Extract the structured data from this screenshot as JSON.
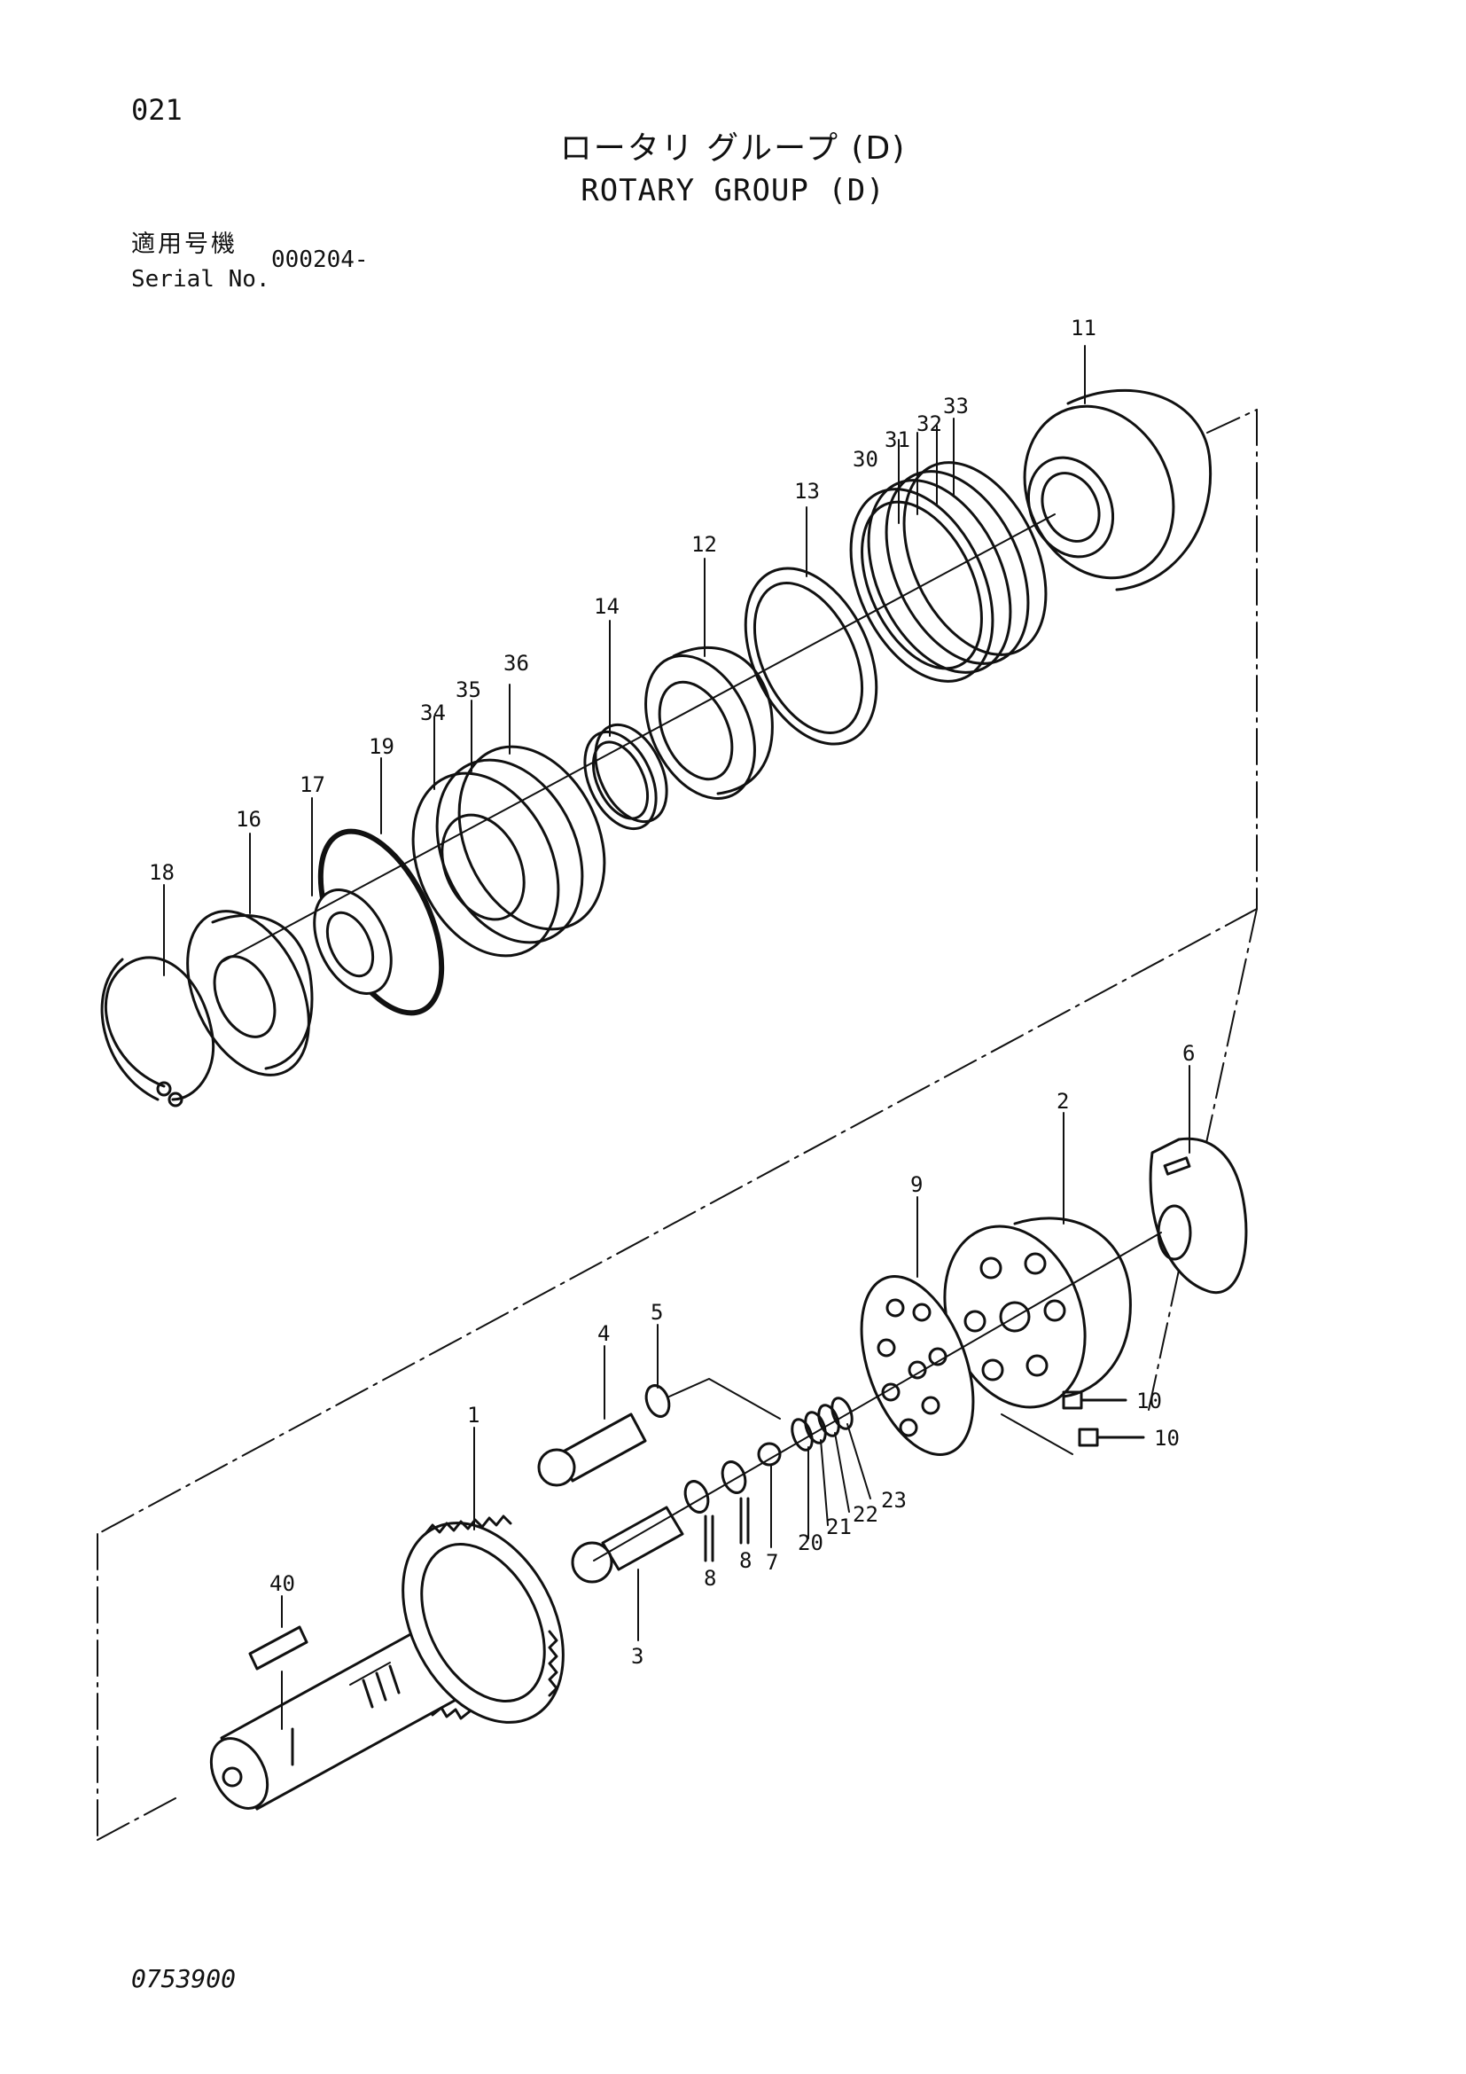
{
  "header": {
    "page_number": "021",
    "title_jp": "ロータリ グループ (D)",
    "title_en": "ROTARY GROUP (D)",
    "serial_label_jp": "適用号機",
    "serial_label_en": "Serial No.",
    "serial_value": "000204-"
  },
  "footer": {
    "doc_code": "0753900"
  },
  "parts": {
    "p1": "1",
    "p2": "2",
    "p3": "3",
    "p4": "4",
    "p5": "5",
    "p6": "6",
    "p7": "7",
    "p8a": "8",
    "p8b": "8",
    "p9": "9",
    "p10a": "10",
    "p10b": "10",
    "p11": "11",
    "p12": "12",
    "p13": "13",
    "p14": "14",
    "p16": "16",
    "p17": "17",
    "p18": "18",
    "p19": "19",
    "p20": "20",
    "p21": "21",
    "p22": "22",
    "p23": "23",
    "p30": "30",
    "p31": "31",
    "p32": "32",
    "p33": "33",
    "p34": "34",
    "p35": "35",
    "p36": "36",
    "p40": "40"
  }
}
